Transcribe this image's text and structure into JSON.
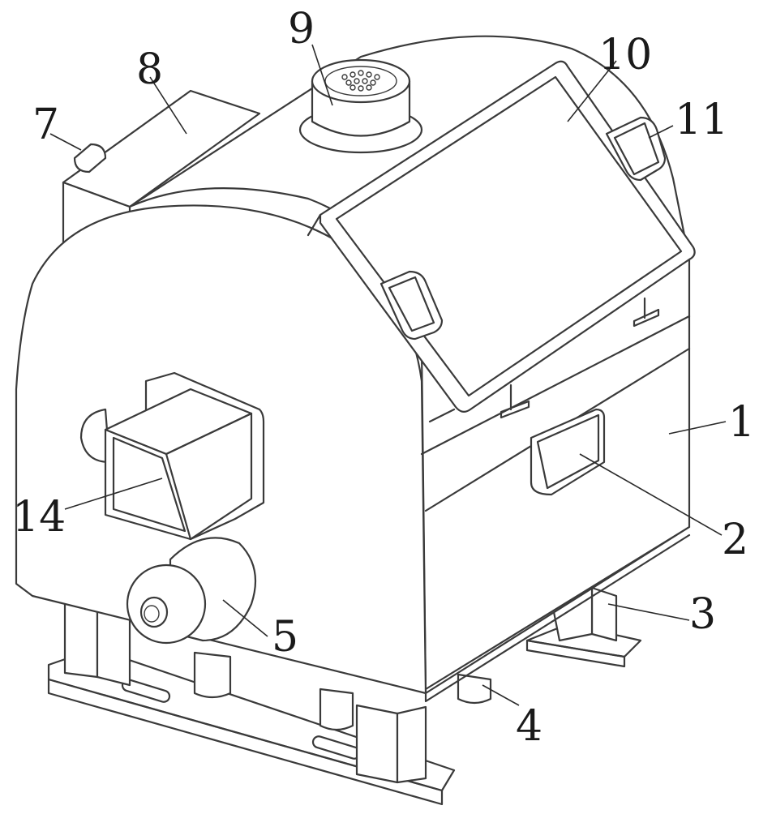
{
  "figure": {
    "labels": [
      {
        "id": "1",
        "text": "1"
      },
      {
        "id": "2",
        "text": "2"
      },
      {
        "id": "3",
        "text": "3"
      },
      {
        "id": "4",
        "text": "4"
      },
      {
        "id": "5",
        "text": "5"
      },
      {
        "id": "7",
        "text": "7"
      },
      {
        "id": "8",
        "text": "8"
      },
      {
        "id": "9",
        "text": "9"
      },
      {
        "id": "10",
        "text": "10"
      },
      {
        "id": "11",
        "text": "11"
      },
      {
        "id": "14",
        "text": "14"
      }
    ],
    "colors": {
      "line": "#3a3a3a",
      "background": "#ffffff"
    }
  }
}
